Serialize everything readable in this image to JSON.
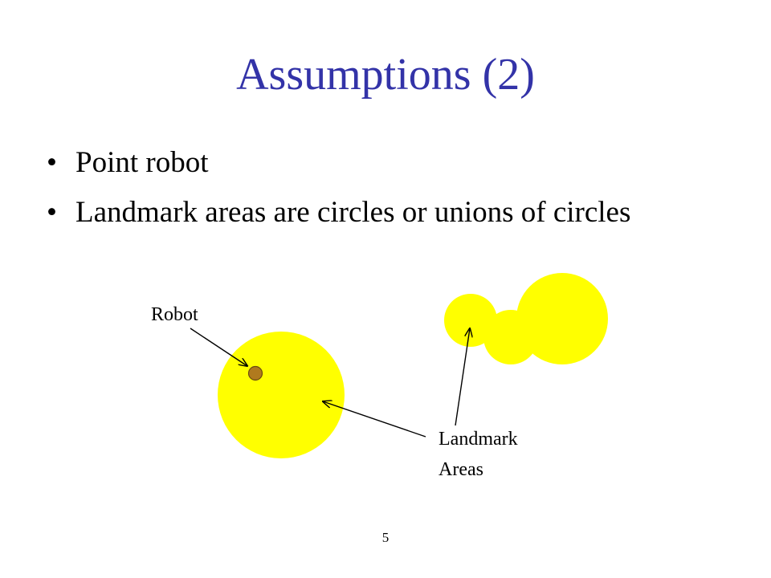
{
  "slide": {
    "title": "Assumptions (2)",
    "bullets": [
      "Point robot",
      "Landmark areas are circles or unions of circles"
    ],
    "bullet_glyph": "•",
    "page_number": "5"
  },
  "diagram": {
    "label_robot": "Robot",
    "label_landmark_line1": "Landmark",
    "label_landmark_line2": "Areas",
    "colors": {
      "landmark_fill": "#ffff00",
      "robot_fill": "#b07a1e",
      "robot_stroke": "#6b4a10",
      "arrow": "#000000"
    }
  }
}
